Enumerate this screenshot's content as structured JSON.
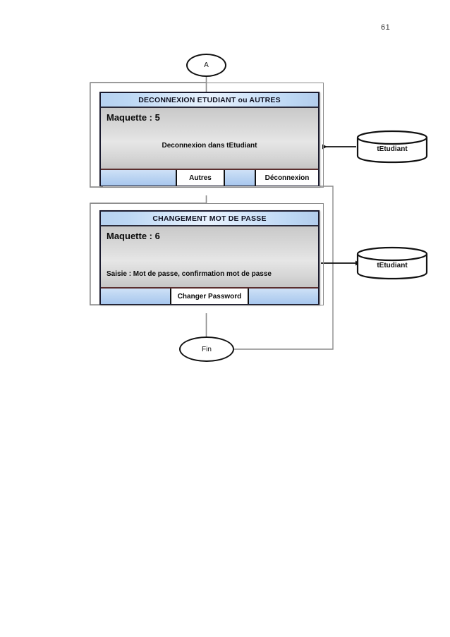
{
  "document": {
    "page_number": "61",
    "type": "flowchart-ihm-maquettes"
  },
  "nodes": {
    "start_connector": {
      "label": "A",
      "shape": "oval"
    },
    "end_terminal": {
      "label": "Fin",
      "shape": "oval"
    }
  },
  "screens": [
    {
      "id": "maquette-5",
      "title": "DECONNEXION ETUDIANT ou AUTRES",
      "heading": "Maquette : 5",
      "note": "Deconnexion dans tEtudiant",
      "note_align": "center",
      "buttons": [
        {
          "label": "Autres"
        },
        {
          "label": "Déconnexion"
        }
      ]
    },
    {
      "id": "maquette-6",
      "title": "CHANGEMENT MOT DE PASSE",
      "heading": "Maquette : 6",
      "note": "Saisie : Mot de passe, confirmation mot de passe",
      "note_align": "left",
      "buttons": [
        {
          "label": "Changer Password"
        }
      ]
    }
  ],
  "datastores": [
    {
      "id": "store-top",
      "label": "tEtudiant",
      "flow": "reads-into-maquette-5"
    },
    {
      "id": "store-bottom",
      "label": "tEtudiant",
      "flow": "written-by-maquette-6"
    }
  ],
  "colors": {
    "title_bar_blue": "#bcd7f4",
    "footer_blue": "#bcd5f2",
    "body_gray": "#e0e0e0",
    "outline_dark": "#1a1a2e",
    "body_underline": "#5b2f2f",
    "connector_gray": "#8c8c8c",
    "connector_black": "#111111"
  }
}
